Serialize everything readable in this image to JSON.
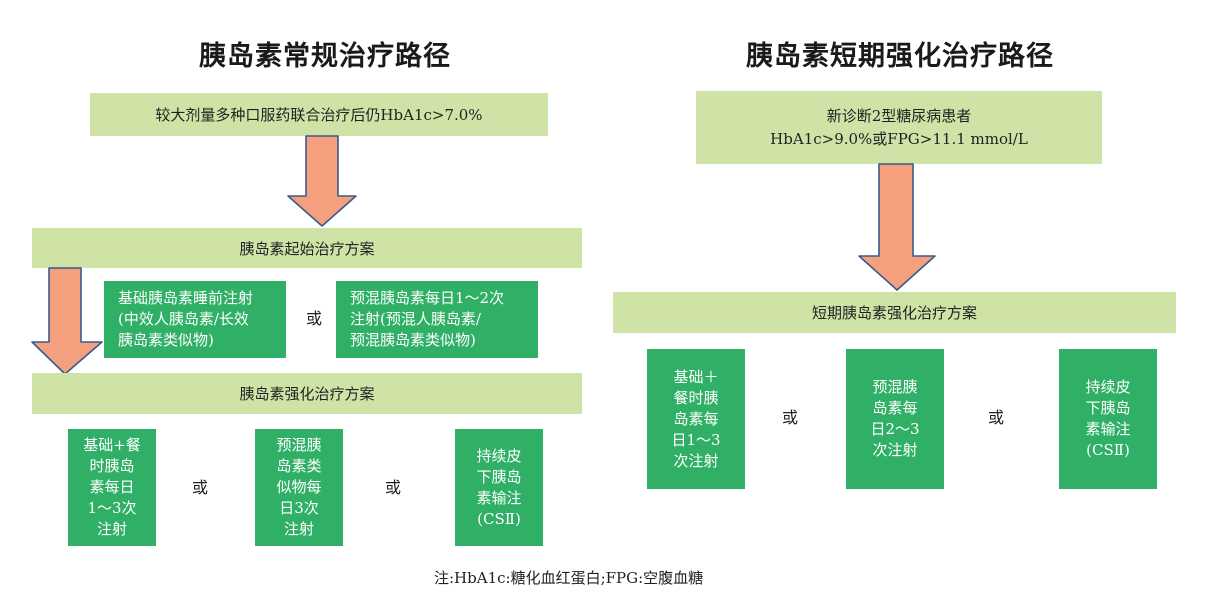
{
  "left": {
    "title": "胰岛素常规治疗路径",
    "start": "较大剂量多种口服药联合治疗后仍HbA1c>7.0%",
    "initial_plan": "胰岛素起始治疗方案",
    "initial_options": [
      "基础胰岛素睡前注射\n(中效人胰岛素/长效\n胰岛素类似物)",
      "预混胰岛素每日1～2次\n注射(预混人胰岛素/\n预混胰岛素类似物)"
    ],
    "intensive_plan": "胰岛素强化治疗方案",
    "intensive_options": [
      "基础+餐\n时胰岛\n素每日\n1～3次\n注射",
      "预混胰\n岛素类\n似物每\n日3次\n注射",
      "持续皮\n下胰岛\n素输注\n(CSⅡ)"
    ],
    "or_label": "或"
  },
  "right": {
    "title": "胰岛素短期强化治疗路径",
    "start_line1": "新诊断2型糖尿病患者",
    "start_line2": "HbA1c>9.0%或FPG>11.1 mmol/L",
    "plan": "短期胰岛素强化治疗方案",
    "options": [
      "基础＋\n餐时胰\n岛素每\n日1～3\n次注射",
      "预混胰\n岛素每\n日2～3\n次注射",
      "持续皮\n下胰岛\n素输注\n(CSⅡ)"
    ],
    "or_label": "或"
  },
  "footnote": "注:HbA1c:糖化血红蛋白;FPG:空腹血糖",
  "colors": {
    "light_green": "#cfe3a6",
    "dark_green": "#2fb066",
    "arrow_fill": "#f4a07f",
    "arrow_stroke": "#3a5a8c"
  }
}
